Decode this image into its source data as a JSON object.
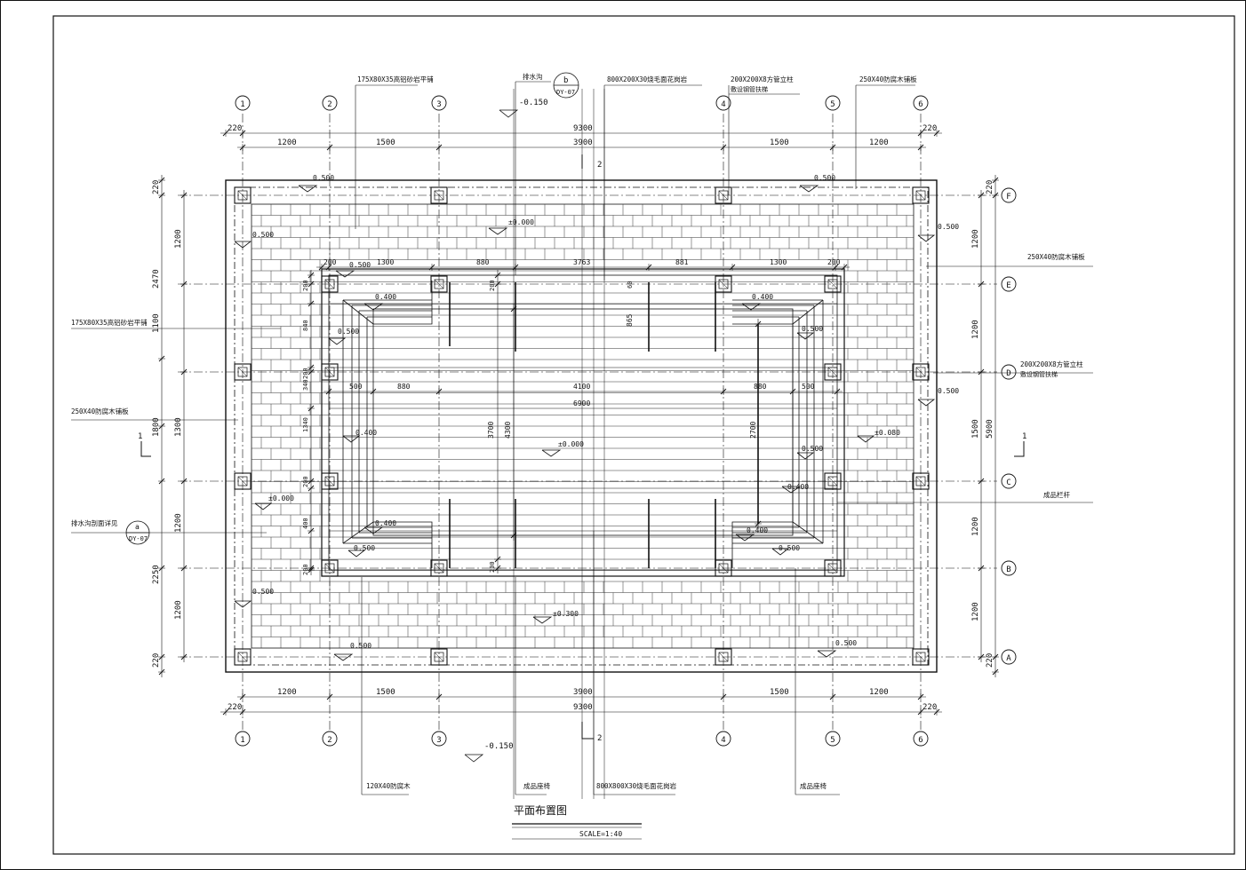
{
  "title": "平面布置图",
  "scale": "SCALE=1:40",
  "axes": {
    "columns": [
      "1",
      "2",
      "3",
      "4",
      "5",
      "6"
    ],
    "rows": [
      "F",
      "E",
      "D",
      "C",
      "B",
      "A"
    ]
  },
  "dimensions": {
    "top_total": "9300",
    "top_mid": "3900",
    "top_segments": [
      "1200",
      "1500",
      "",
      "1500",
      "1200"
    ],
    "top_edge": "220",
    "bottom_total": "9300",
    "bottom_mid": "3900",
    "bottom_segments": [
      "1200",
      "1500",
      "1500",
      "1200"
    ],
    "bottom_edge": "220",
    "left_outer": [
      "2470",
      "1100",
      "1800",
      "1300",
      "2250"
    ],
    "left_inner": [
      "1200",
      "1200",
      "1200",
      "1200"
    ],
    "left_edge": "220",
    "right_segments": [
      "1200",
      "1200",
      "1500",
      "1200",
      "1200"
    ],
    "right_total": "5900",
    "right_edge": "220",
    "inner_top": [
      "200",
      "1300",
      "880",
      "3763",
      "881",
      "1300",
      "200"
    ],
    "inner_mid": [
      "500",
      "880",
      "4100",
      "880",
      "500"
    ],
    "inner_total": "6900",
    "inner_vertical": [
      "3700",
      "4300",
      "2700",
      "865"
    ],
    "small_dims": [
      "200",
      "200",
      "200",
      "200",
      "840",
      "340",
      "1340",
      "400",
      "200",
      "200",
      "60"
    ]
  },
  "elevations": {
    "minus_150_top": "-0.150",
    "minus_150_bottom": "-0.150",
    "e500": "0.500",
    "e400": "0.400",
    "e_zero": "±0.000",
    "e_zero_b": "±0.300",
    "e_zero_c": "±0.080"
  },
  "annotations": {
    "a1": "175X80X35高铝砂岩平铺",
    "a2": "排水沟",
    "a3": "800X200X30烧毛面花岗岩",
    "a4": "200X200X8方管立柱",
    "a4b": "敷设钢管扶梯",
    "a5": "250X40防腐木铺板",
    "a6": "175X80X35高铝砂岩平铺",
    "a7": "250X40防腐木铺板",
    "a8": "排水沟剖面详见",
    "a9": "250X40防腐木铺板",
    "a10": "200X200X8方管立柱",
    "a10b": "敷设钢管扶梯",
    "a11": "成品栏杆",
    "a12": "120X40防腐木",
    "a13": "成品座椅",
    "a14": "800X800X30烧毛面花岗岩",
    "a15": "成品座椅"
  },
  "section_marks": {
    "top_num": "b",
    "top_ref": "DY-07",
    "left_num": "a",
    "left_ref": "DY-07",
    "cut_left": "1",
    "cut_right": "1",
    "cut_top": "2",
    "cut_bottom": "2"
  }
}
